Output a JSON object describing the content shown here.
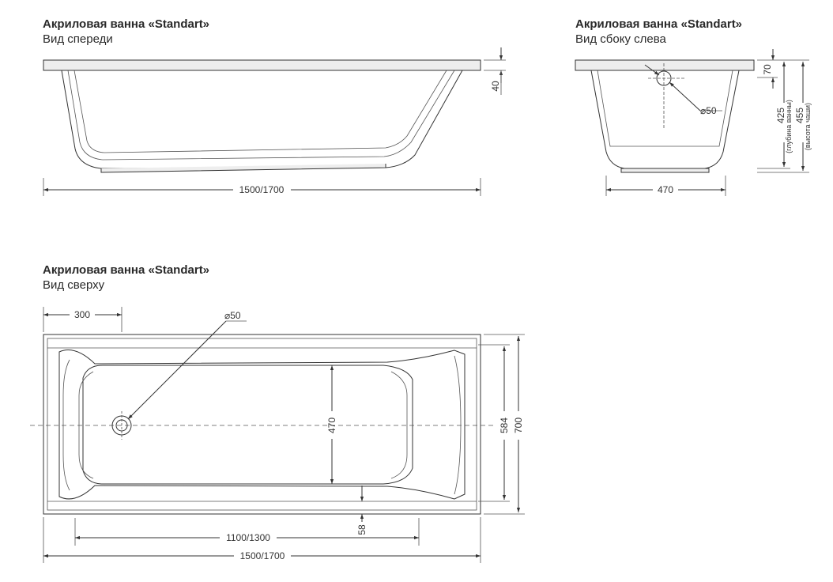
{
  "front_view": {
    "title": "Акриловая ванна «Standart»",
    "subtitle": "Вид спереди",
    "dim_rim": "40",
    "dim_length": "1500/1700"
  },
  "side_view": {
    "title": "Акриловая ванна «Standart»",
    "subtitle": "Вид сбоку слева",
    "dim_rim": "70",
    "dim_drain": "⌀50",
    "dim_depth": "425",
    "dim_depth_note": "(глубина ванны)",
    "dim_height": "455",
    "dim_height_note": "(высота чаши)",
    "dim_width": "470"
  },
  "top_view": {
    "title": "Акриловая ванна «Standart»",
    "subtitle": "Вид сверху",
    "dim_drain_offset": "300",
    "dim_drain": "⌀50",
    "dim_inner_width": "470",
    "dim_bowl_width": "584",
    "dim_outer_width": "700",
    "dim_edge": "58",
    "dim_inner_length": "1100/1300",
    "dim_length": "1500/1700"
  }
}
